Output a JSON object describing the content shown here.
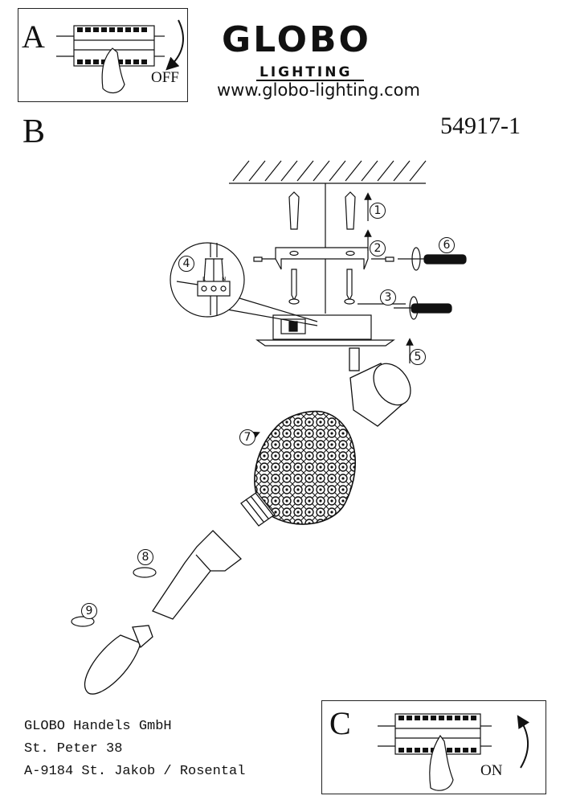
{
  "brand": {
    "logo": "GLOBO",
    "logo_sub": "LIGHTING",
    "website": "www.globo-lighting.com"
  },
  "product_number": "54917-1",
  "panels": {
    "a": {
      "label": "A",
      "switch_state": "OFF"
    },
    "b": {
      "label": "B"
    },
    "c": {
      "label": "C",
      "switch_state": "ON"
    }
  },
  "steps": [
    "1",
    "2",
    "3",
    "4",
    "5",
    "6",
    "7",
    "8",
    "9"
  ],
  "terminal_block": {
    "left": "L",
    "right": "N"
  },
  "company_address": [
    "GLOBO Handels GmbH",
    "St. Peter 38",
    "A-9184 St. Jakob / Rosental"
  ]
}
